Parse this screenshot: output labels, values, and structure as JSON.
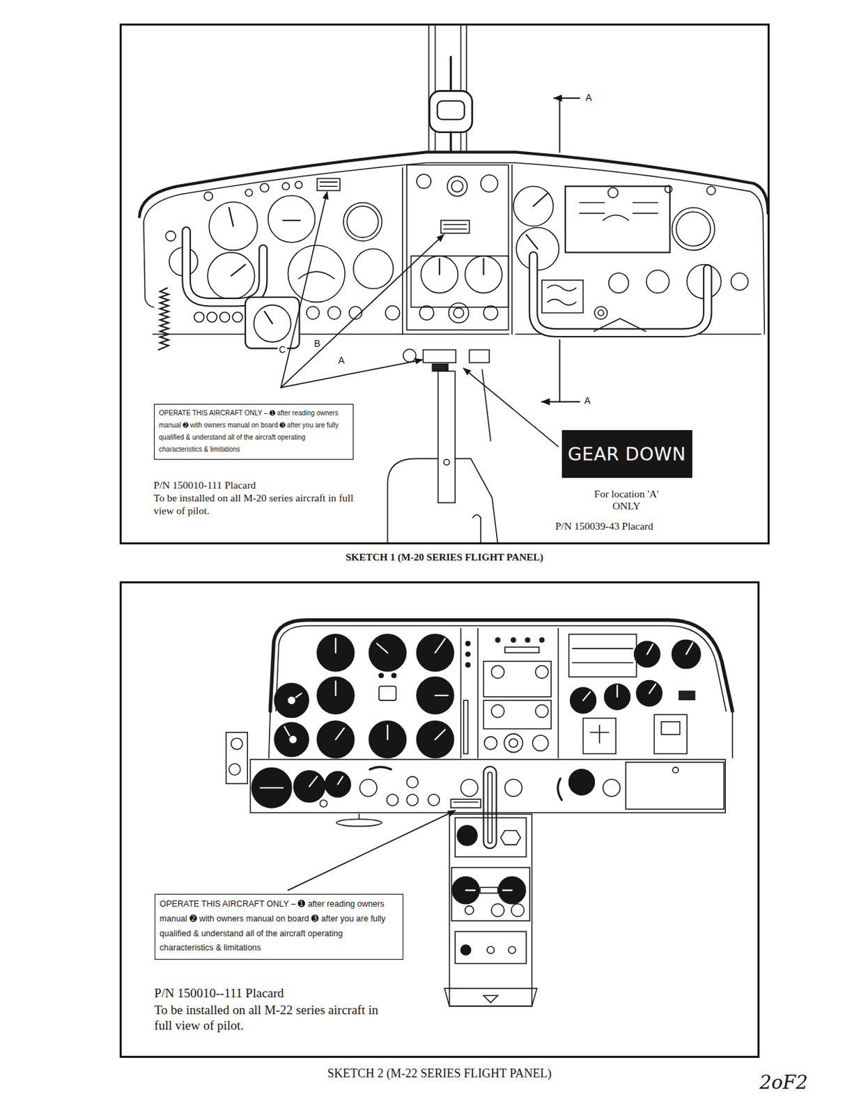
{
  "diagram": {
    "nodes": [
      {
        "text": [
          "SKETCH 1 (M-20 SERIES FLIGHT PANEL)"
        ]
      },
      {
        "text": [
          "OPERATE THIS AIRCRAFT ONLY – ➊ after reading owners manual ➋ with owners manual on board ➌ after you are fully qualified & understand all of the aircraft operating characteristics & limitations"
        ],
        "in": 0
      },
      {
        "text": [
          "GEAR DOWN"
        ],
        "in": 0
      },
      {
        "text": [
          "SKETCH 2 (M-22 SERIES FLIGHT PANEL)"
        ]
      },
      {
        "text": [
          "OPERATE THIS AIRCRAFT ONLY – ➊ after reading owners manual ➋ with owners manual on board ➌ after you are fully qualified & understand all of the aircraft operating characteristics & limitations"
        ],
        "in": 3
      }
    ],
    "labels": [
      "C",
      "B",
      "A",
      "A",
      "A",
      "P/N 150010-111 Placard",
      "To be installed on all M-20 series aircraft in full view of pilot.",
      "For location 'A' ONLY",
      "P/N 150039-43 Placard",
      "P/N 150010--111 Placard",
      "To be installed on all M-22 series aircraft in full view of pilot.",
      "2oF2"
    ]
  }
}
